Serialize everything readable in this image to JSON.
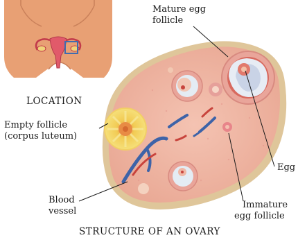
{
  "location_inset": {
    "caption": "LOCATION"
  },
  "labels": {
    "mature_egg_follicle": [
      "Mature egg",
      "follicle"
    ],
    "empty_follicle": [
      "Empty follicle",
      "(corpus luteum)"
    ],
    "blood_vessel": [
      "Blood",
      "vessel"
    ],
    "egg": "Egg",
    "immature_egg_follicle": [
      "Immature",
      "egg follicle"
    ]
  },
  "caption": "STRUCTURE OF AN OVARY",
  "colors": {
    "skin": "#e8a074",
    "ovary_fill": "#efb7a4",
    "ovary_rim": "#dfc69a",
    "corpus_luteum": "#f3d45a",
    "vein_blue": "#3d63a8",
    "vessel_red": "#c8433c",
    "highlight_box": "#3f6cb0"
  }
}
